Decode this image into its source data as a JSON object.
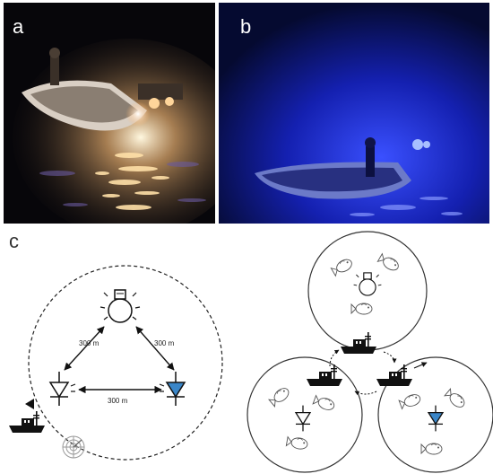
{
  "panels": {
    "a": {
      "label": "a"
    },
    "b": {
      "label": "b"
    },
    "c": {
      "label": "c"
    }
  },
  "distances": {
    "left_edge": "300 m",
    "right_edge": "300 m",
    "bottom_edge": "300 m"
  },
  "icons": {
    "lamp": "light-bulb-icon",
    "white_led": "diode-icon",
    "blue_led": "diode-icon",
    "boat": "boat-icon",
    "fish": "fish-icon",
    "sonar": "sonar-icon"
  },
  "colors": {
    "blue_led": "#3a86c8",
    "warm_light": "#fff2c8",
    "blue_light": "#2a3cff"
  }
}
